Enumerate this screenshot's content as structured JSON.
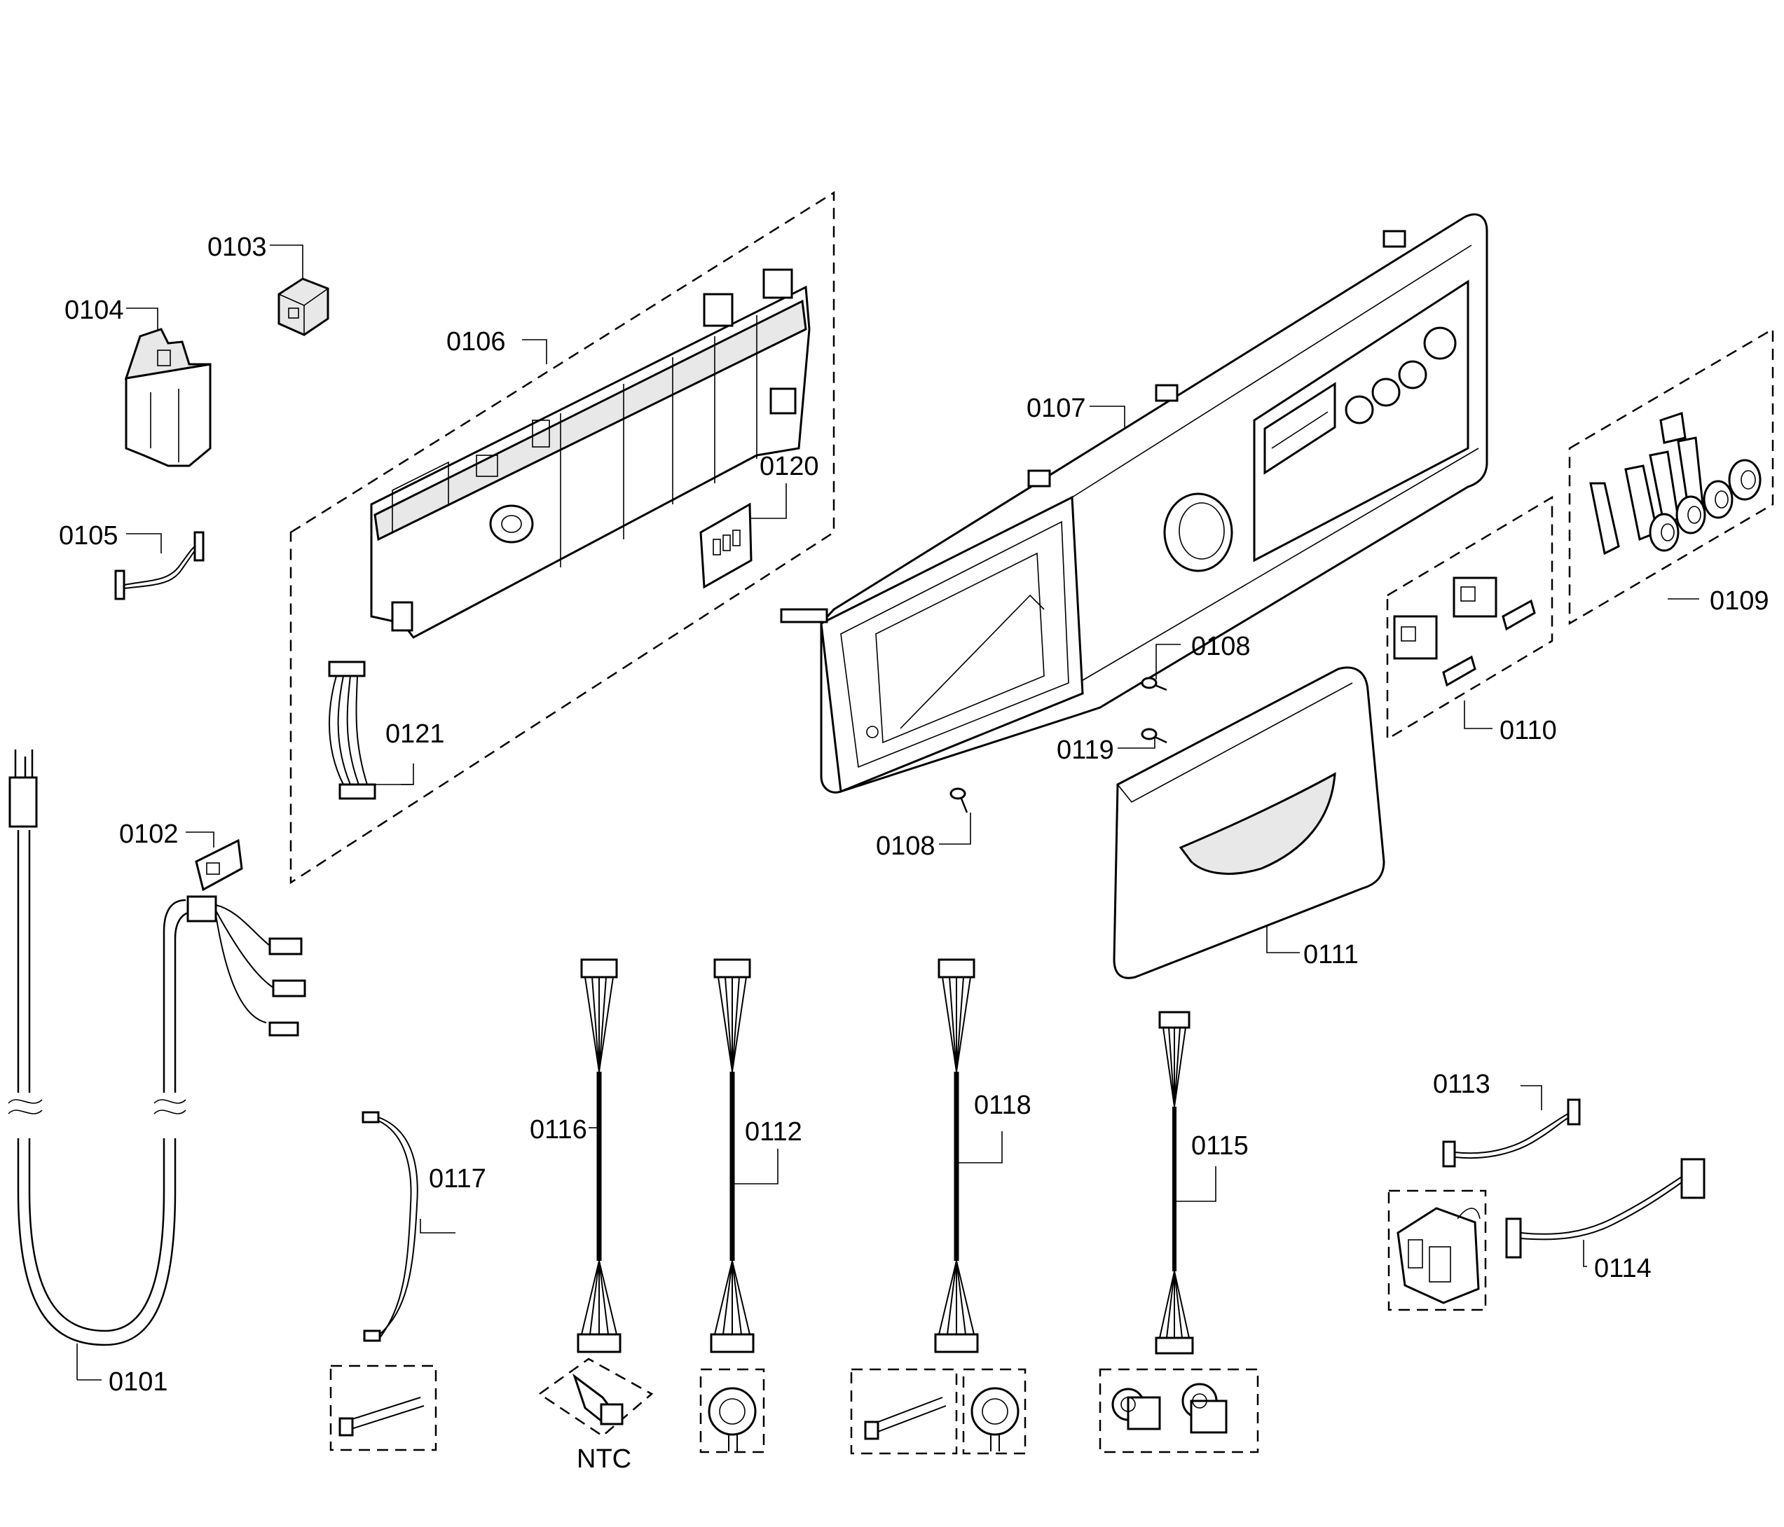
{
  "labels": {
    "l0101": "0101",
    "l0102": "0102",
    "l0103": "0103",
    "l0104": "0104",
    "l0105": "0105",
    "l0106": "0106",
    "l0107": "0107",
    "l0108a": "0108",
    "l0108b": "0108",
    "l0109": "0109",
    "l0110": "0110",
    "l0111": "0111",
    "l0112": "0112",
    "l0113": "0113",
    "l0114": "0114",
    "l0115": "0115",
    "l0116": "0116",
    "l0117": "0117",
    "l0118": "0118",
    "l0119": "0119",
    "l0120": "0120",
    "l0121": "0121",
    "ntc": "NTC"
  }
}
